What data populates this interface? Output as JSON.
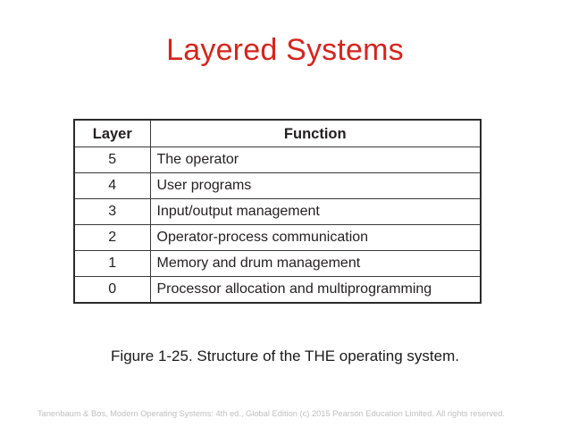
{
  "slide": {
    "title": "Layered Systems",
    "title_color": "#D6251C",
    "background_color": "#FFFFFF"
  },
  "table": {
    "headers": [
      "Layer",
      "Function"
    ],
    "rows": [
      {
        "layer": "5",
        "function": "The operator"
      },
      {
        "layer": "4",
        "function": "User programs"
      },
      {
        "layer": "3",
        "function": "Input/output management"
      },
      {
        "layer": "2",
        "function": "Operator-process communication"
      },
      {
        "layer": "1",
        "function": "Memory and drum management"
      },
      {
        "layer": "0",
        "function": "Processor allocation and multiprogramming"
      }
    ],
    "border_color": "#2B2B2B",
    "text_color": "#231F20"
  },
  "caption": {
    "text": "Figure 1-25. Structure of the THE operating system."
  },
  "footer": {
    "text": "Tanenbaum & Bos, Modern  Operating Systems: 4th ed., Global Edition (c) 2015 Pearson Education Limited. All rights reserved.",
    "color": "#BFBFBF"
  }
}
